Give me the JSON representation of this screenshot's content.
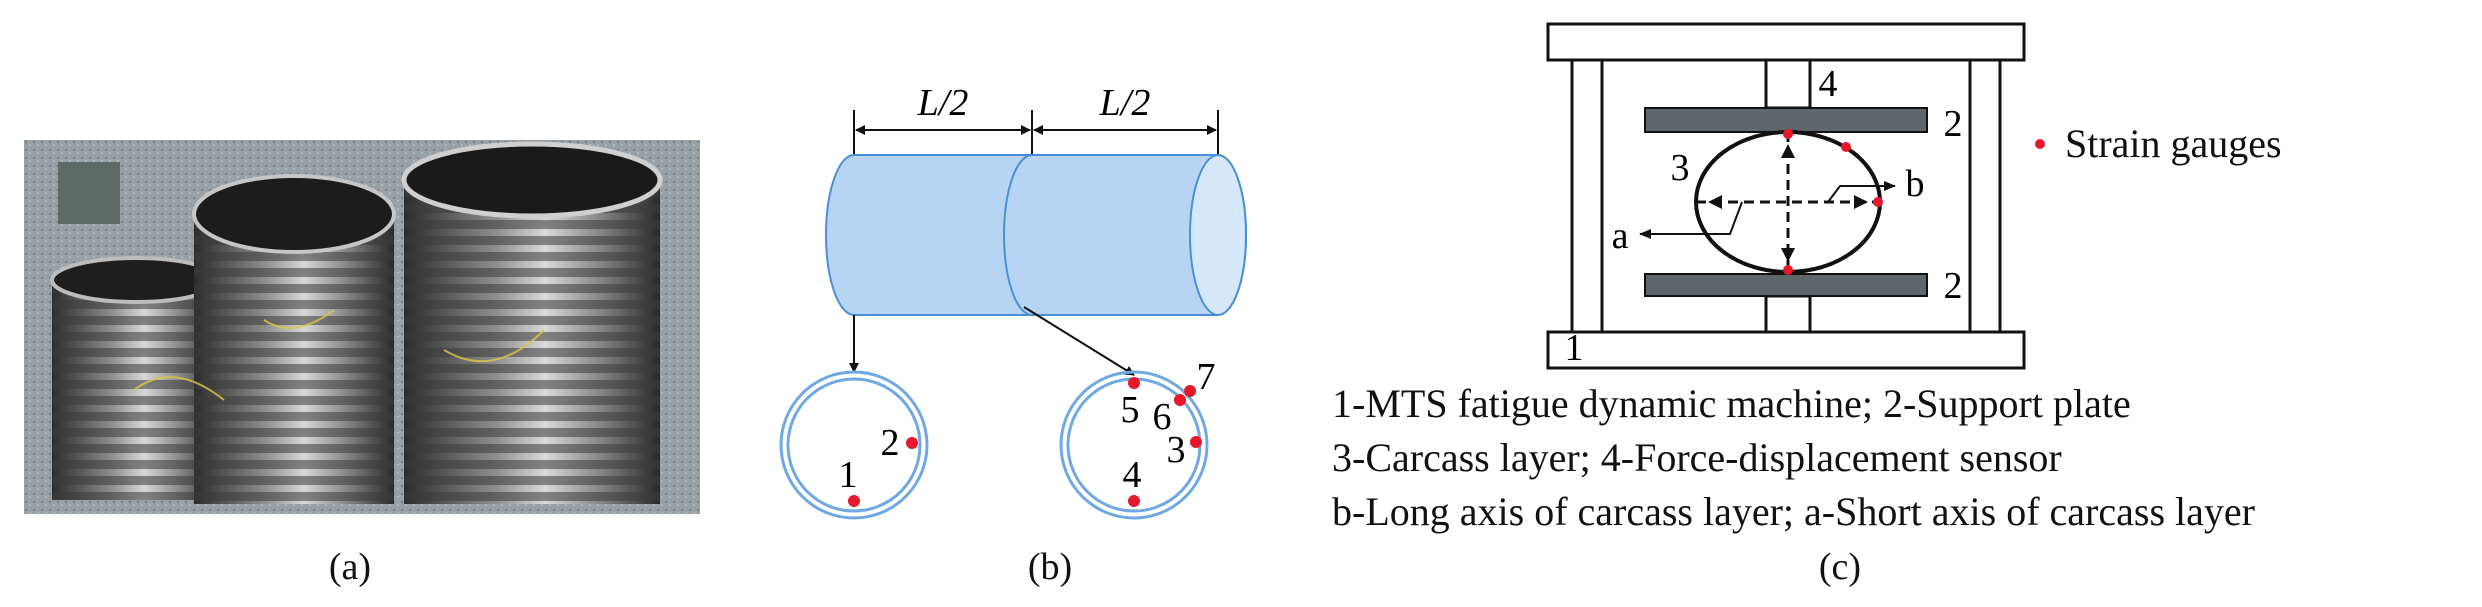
{
  "panels": {
    "a": {
      "caption": "(a)"
    },
    "b": {
      "caption": "(b)",
      "dim_left": "L/2",
      "dim_right": "L/2",
      "section_left_points": [
        "1",
        "2"
      ],
      "section_right_points": [
        "3",
        "4",
        "5",
        "6",
        "7"
      ]
    },
    "c": {
      "caption": "(c)",
      "part_labels": {
        "p1": "1",
        "p2_top": "2",
        "p2_bottom": "2",
        "p3": "3",
        "p4": "4",
        "axis_b": "b",
        "axis_a": "a"
      },
      "gauge_legend": "Strain gauges",
      "legend_lines": [
        "1-MTS fatigue dynamic machine; 2-Support plate",
        "3-Carcass layer; 4-Force-displacement sensor",
        "b-Long axis of carcass layer; a-Short axis of carcass layer"
      ]
    }
  },
  "colors": {
    "gauge": "#e8182b",
    "cylinder_fill": "#b7d4f3",
    "cylinder_end": "#d6e7fa",
    "cylinder_stroke": "#4a8fd6",
    "ring": "#6fa8e2",
    "plate": "#5f666b"
  }
}
